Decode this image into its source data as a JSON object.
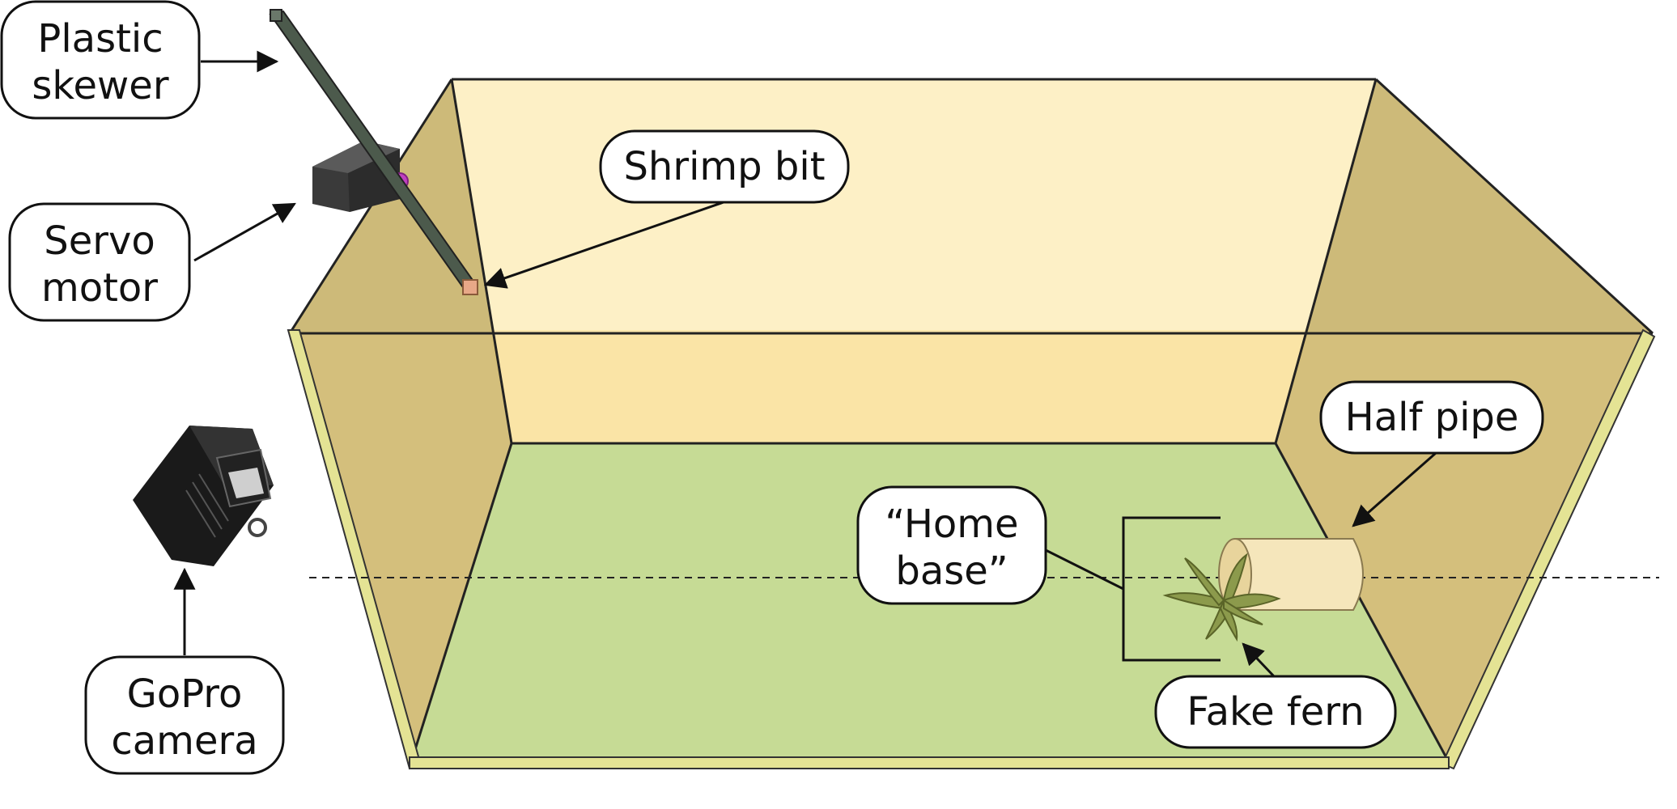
{
  "labels": {
    "plastic_skewer": [
      "Plastic",
      "skewer"
    ],
    "servo_motor": [
      "Servo",
      "motor"
    ],
    "shrimp_bit": [
      "Shrimp bit"
    ],
    "gopro_camera": [
      "GoPro",
      "camera"
    ],
    "half_pipe": [
      "Half pipe"
    ],
    "home_base": [
      "“Home",
      "base”"
    ],
    "fake_fern": [
      "Fake fern"
    ]
  },
  "colors": {
    "back_wall": "#fdf0c6",
    "floor": "#bcdc98",
    "side_wall": "#c9b46e",
    "tank_rim": "#e4e394",
    "half_pipe": "#f5e6bb",
    "fern": "#8c9a4c",
    "servo": "#4a4a4a",
    "skewer": "#4c5a4c",
    "shrimp": "#e8a888",
    "hub": "#c040c0"
  }
}
